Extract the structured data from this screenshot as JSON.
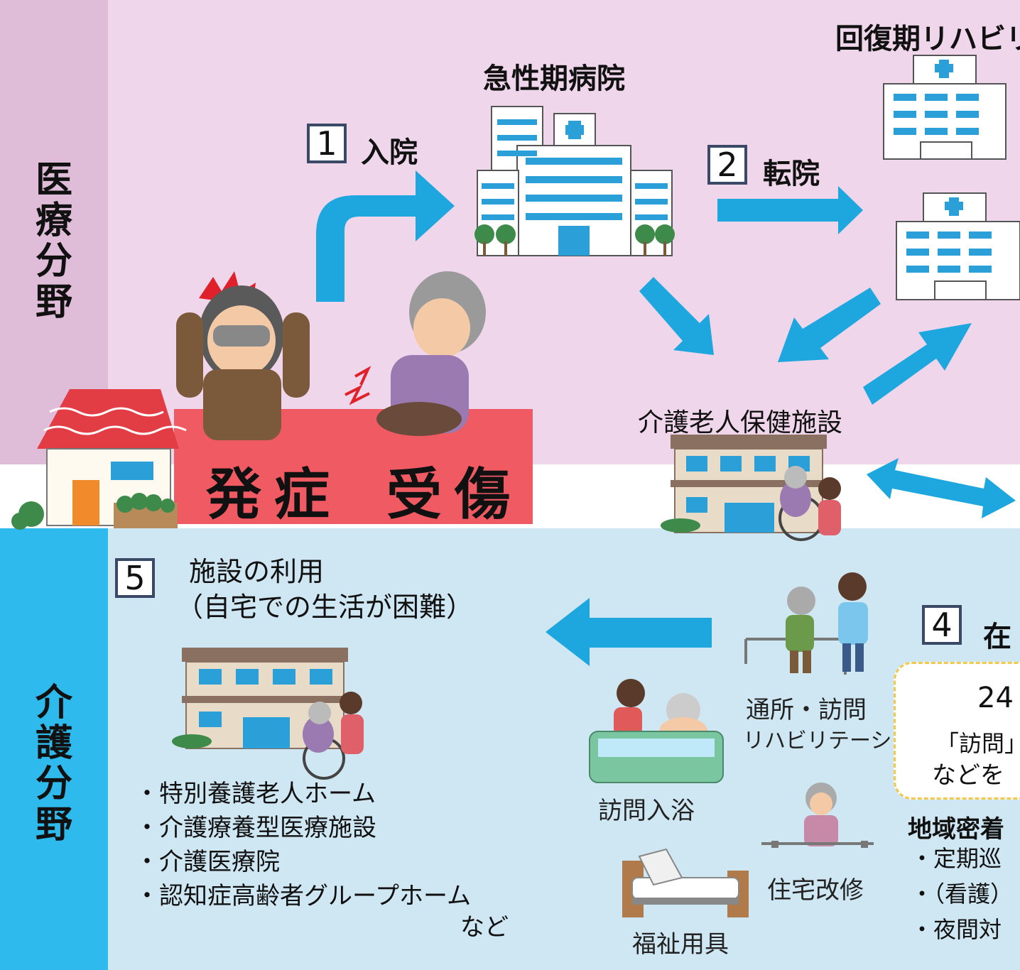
{
  "sections": {
    "medical": "医療分野",
    "care": "介護分野"
  },
  "step1": {
    "number": "1",
    "label": "入院"
  },
  "step2": {
    "number": "2",
    "label": "転院"
  },
  "step4": {
    "number": "4",
    "label": "在"
  },
  "step5": {
    "number": "5",
    "title": "施設の利用",
    "subtitle": "（自宅での生活が困難）"
  },
  "places": {
    "acute_hospital": "急性期病院",
    "recovery_rehab": "回復期リハビリ",
    "health_facility": "介護老人保健施設"
  },
  "onset_band": {
    "onset": "発症",
    "injury": "受傷"
  },
  "services": {
    "day_visit_rehab_line1": "通所・訪問",
    "day_visit_rehab_line2": "リハビリテーション",
    "visit_bath": "訪問入浴",
    "home_renovation": "住宅改修",
    "welfare_equipment": "福祉用具"
  },
  "box24": {
    "number": "24",
    "line1": "「訪問」",
    "line2": "などを"
  },
  "community": {
    "title": "地域密着",
    "items": [
      "・定期巡",
      "・（看護）",
      "・夜間対"
    ]
  },
  "facility_list": {
    "items": [
      "・特別養護老人ホーム",
      "・介護療養型医療施設",
      "・介護医療院",
      "・認知症高齢者グループホーム"
    ],
    "etc": "など"
  },
  "colors": {
    "medical_band": "#efd6ea",
    "medical_side": "#dfbdd9",
    "care_band": "#cfe7f2",
    "care_side": "#2ebaec",
    "arrow": "#1ea7df",
    "onset_band": "#ef5a63"
  }
}
